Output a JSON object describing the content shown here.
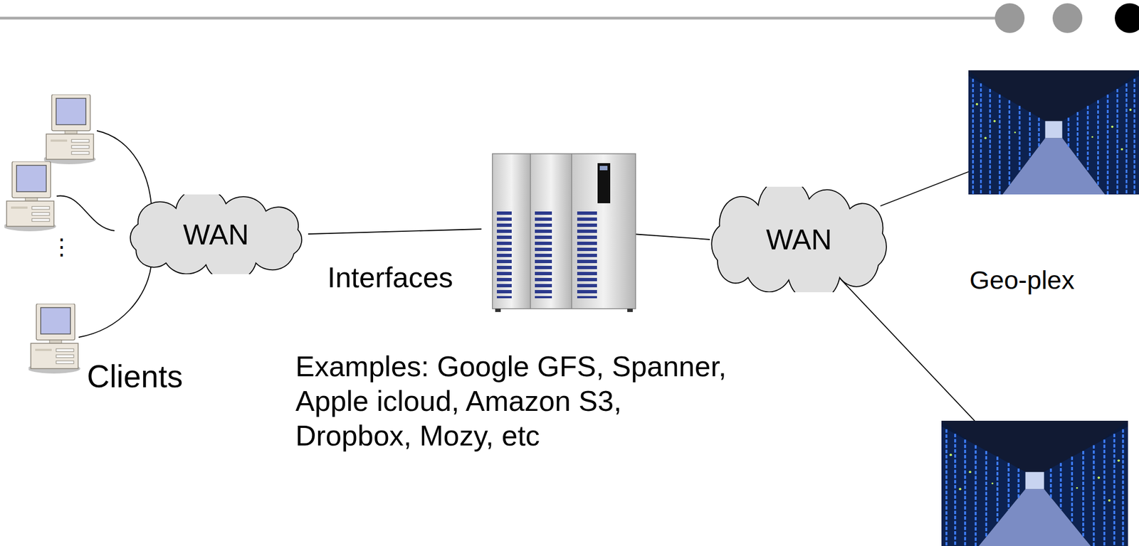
{
  "diagram": {
    "nodes": [
      {
        "text": [
          "WAN"
        ]
      },
      {
        "text": [
          "WAN"
        ]
      }
    ],
    "labels": [
      "⋮",
      "Interfaces",
      "Geo-plex",
      "Clients",
      "Examples: Google GFS, Spanner, Apple icloud, Amazon S3, Dropbox, Mozy, etc"
    ]
  }
}
